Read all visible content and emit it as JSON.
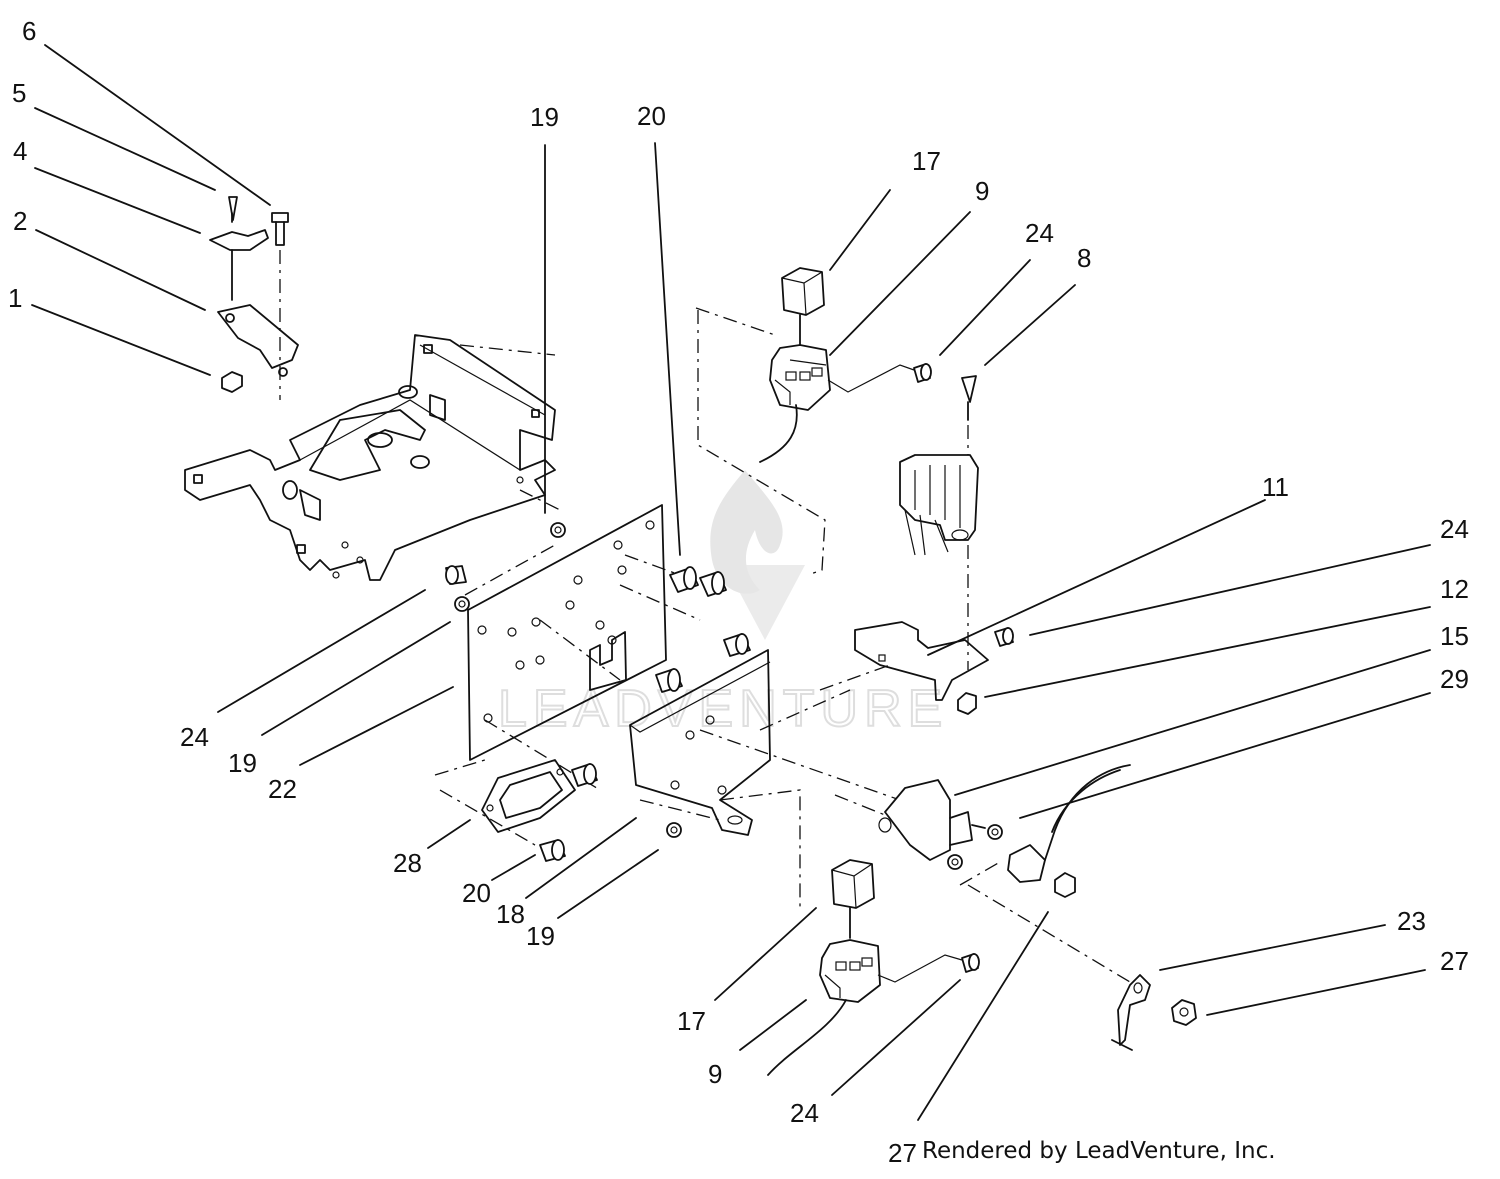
{
  "credit": "Rendered by LeadVenture, Inc.",
  "watermark": "LEADVENTURE",
  "callouts": [
    {
      "id": "c6",
      "label": "6"
    },
    {
      "id": "c5",
      "label": "5"
    },
    {
      "id": "c4",
      "label": "4"
    },
    {
      "id": "c2",
      "label": "2"
    },
    {
      "id": "c1",
      "label": "1"
    },
    {
      "id": "c19a",
      "label": "19"
    },
    {
      "id": "c20a",
      "label": "20"
    },
    {
      "id": "c17a",
      "label": "17"
    },
    {
      "id": "c9a",
      "label": "9"
    },
    {
      "id": "c24a",
      "label": "24"
    },
    {
      "id": "c8",
      "label": "8"
    },
    {
      "id": "c11",
      "label": "11"
    },
    {
      "id": "c24b",
      "label": "24"
    },
    {
      "id": "c12",
      "label": "12"
    },
    {
      "id": "c15",
      "label": "15"
    },
    {
      "id": "c29",
      "label": "29"
    },
    {
      "id": "c24c",
      "label": "24"
    },
    {
      "id": "c19b",
      "label": "19"
    },
    {
      "id": "c22",
      "label": "22"
    },
    {
      "id": "c28",
      "label": "28"
    },
    {
      "id": "c20b",
      "label": "20"
    },
    {
      "id": "c18",
      "label": "18"
    },
    {
      "id": "c19c",
      "label": "19"
    },
    {
      "id": "c17b",
      "label": "17"
    },
    {
      "id": "c9b",
      "label": "9"
    },
    {
      "id": "c24d",
      "label": "24"
    },
    {
      "id": "c27a",
      "label": "27"
    },
    {
      "id": "c23",
      "label": "23"
    },
    {
      "id": "c27b",
      "label": "27"
    }
  ],
  "colors": {
    "ink": "#111111",
    "watermark": "#e0e0e0",
    "background": "#ffffff"
  }
}
